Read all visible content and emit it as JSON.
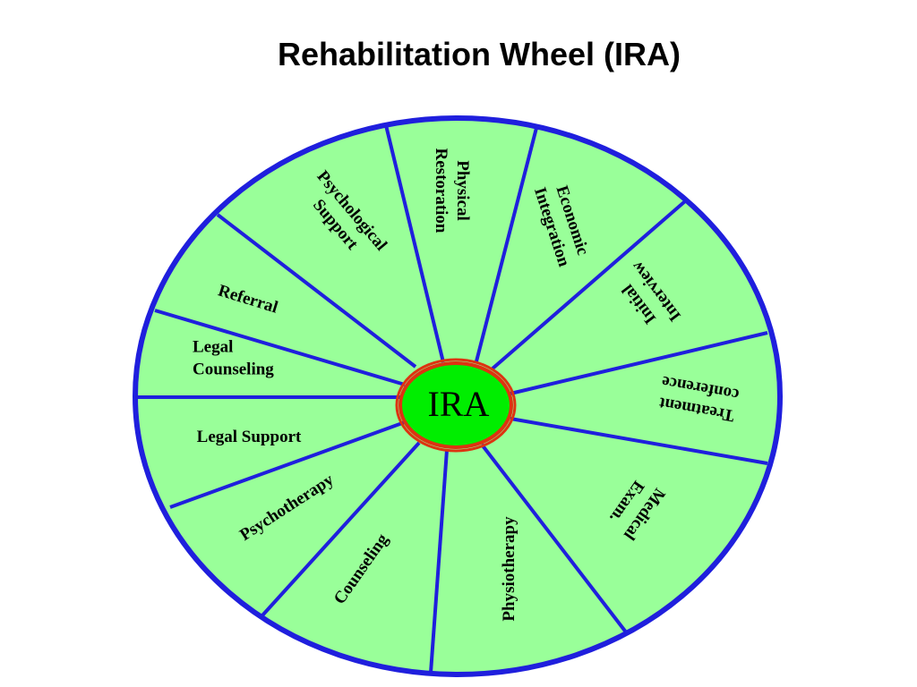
{
  "title": "Rehabilitation Wheel  (IRA)",
  "center_label": "IRA",
  "colors": {
    "wheel_fill": "#99ff99",
    "wheel_stroke": "#1f1fdd",
    "hub_fill": "#00ee00",
    "hub_ring": "#dd3311"
  },
  "segments": [
    {
      "id": "physical-restoration",
      "lines": [
        "Physical",
        "Restoration"
      ]
    },
    {
      "id": "economic-integration",
      "lines": [
        "Economic",
        "Integration"
      ]
    },
    {
      "id": "initial-interview",
      "lines": [
        "Initial",
        "Interview"
      ]
    },
    {
      "id": "treatment-conference",
      "lines": [
        "Treatment",
        "conference"
      ]
    },
    {
      "id": "medical-exam",
      "lines": [
        "Medical",
        "Exam."
      ]
    },
    {
      "id": "physiotherapy",
      "lines": [
        "Physiotherapy"
      ]
    },
    {
      "id": "counseling",
      "lines": [
        "Counseling"
      ]
    },
    {
      "id": "psychotherapy",
      "lines": [
        "Psychotherapy"
      ]
    },
    {
      "id": "legal-support",
      "lines": [
        "Legal Support"
      ]
    },
    {
      "id": "legal-counseling",
      "lines": [
        "Legal",
        "Counseling"
      ]
    },
    {
      "id": "referral",
      "lines": [
        "Referral"
      ]
    },
    {
      "id": "psychological-support",
      "lines": [
        "Psychological",
        "Support"
      ]
    }
  ]
}
